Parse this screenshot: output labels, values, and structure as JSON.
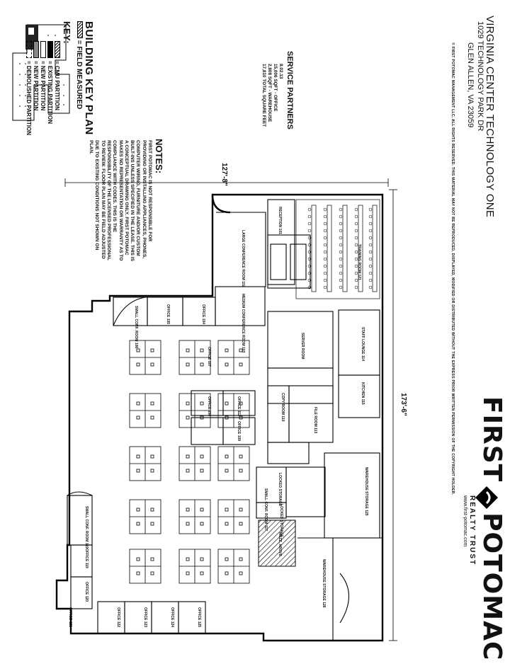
{
  "key_panel": {
    "title": "BUILDING KEY PLAN",
    "field_measured": "= FIELD MEASURED",
    "key_label": "KEY:",
    "items": [
      {
        "label": "= CMU PARTITION"
      },
      {
        "label": "= EXISTING PARTITION"
      },
      {
        "label": "= NEW PARTITION"
      },
      {
        "label": "= NEW PARTITION"
      },
      {
        "label": "= DEMOLISHED PARTITION"
      }
    ]
  },
  "notes": {
    "title": "NOTES:",
    "text": "FIRST POTOMAC IS NOT RESPONSIBLE FOR PROVIDING OR INSTALLING APPLIANCES, PHONES, COMPUTER WIRING, FURNITURE AND/OR CUSTOM BUILT-INS UNLESS SPECIFIED IN THE LEASE. THIS IS A CONCEPTUAL DRAWING ONLY. FIRST POTOMAC MAKES NO REPRESENTATION OR WARRANTY AS TO COMPLIANCE WITH CODES. THIS IS THE RESPONSIBILITY OF THE LICENSED PROFESSIONAL TO REVIEW. FLOOR PLAN MAY BE FIELD ADJUSTED DUE TO EXISTING CONDITIONS NOT SHOWN ON PLAN."
  },
  "tenant": {
    "title": "SERVICE PARTNERS",
    "lines": [
      "8.02.13",
      "15,006 SQFT - OFFICE",
      "2,808 SQFT - WAREHOUSE",
      "17,810 TOTAL SQUARE FEET"
    ]
  },
  "dimensions": {
    "width": "127'-8\"",
    "length": "173'-6\""
  },
  "rooms": [
    {
      "label": "RECEPTION 101"
    },
    {
      "label": "LARGE CONFERENCE ROOM 102"
    },
    {
      "label": "TRAINING ROOM 121"
    },
    {
      "label": "MEDIUM CONFERENCE ROOM 103"
    },
    {
      "label": "OFFICE 104"
    },
    {
      "label": "OFFICE 105"
    },
    {
      "label": "SMALL CONF. ROOM 106"
    },
    {
      "label": "SERVER ROOM"
    },
    {
      "label": "STAFF LOUNGE 114"
    },
    {
      "label": "OFFICE 107"
    },
    {
      "label": "OFFICE 108"
    },
    {
      "label": "OFFICE 109"
    },
    {
      "label": "OFFICE 112"
    },
    {
      "label": "KITCHEN 115"
    },
    {
      "label": "COPY ROOM 110"
    },
    {
      "label": "FILE ROOM 113"
    },
    {
      "label": "WAREHOUSE STORAGE 125"
    },
    {
      "label": "LOCKED STORAGE"
    },
    {
      "label": "SMALL CONF. ROOM 117"
    },
    {
      "label": "LOCKED STORAGE"
    },
    {
      "label": "MEZZ. ABOVE"
    },
    {
      "label": "SMALL CONF. ROOM 119"
    },
    {
      "label": "WAREHOUSE STORAGE 126"
    },
    {
      "label": "OFFICE 119"
    },
    {
      "label": "OFFICE 120"
    },
    {
      "label": "OFFICE 121"
    },
    {
      "label": "OFFICE 122"
    },
    {
      "label": "OFFICE 123"
    },
    {
      "label": "OFFICE 124"
    },
    {
      "label": "OFFICE 125"
    }
  ],
  "building": {
    "name": "VIRGINIA CENTER TECHNOLOGY ONE",
    "address1": "1029 TECHNOLOGY PARK DR",
    "address2": "GLEN ALLEN, VA 23059"
  },
  "copyright": "© FIRST POTOMAC MANAGEMENT LLC. ALL RIGHTS RESERVED. THIS MATERIAL MAY NOT BE REPRODUCED, DISPLAYED, MODIFIED OR DISTRIBUTED WITHOUT THE EXPRESS PRIOR WRITTEN PERMISSION OF THE COPYRIGHT HOLDER.",
  "logo": {
    "word1": "FIRST",
    "word2": "POTOMAC",
    "tagline": "REALTY TRUST",
    "url": "www.first-potomac.com"
  },
  "colors": {
    "ink": "#111111",
    "paper": "#ffffff"
  }
}
